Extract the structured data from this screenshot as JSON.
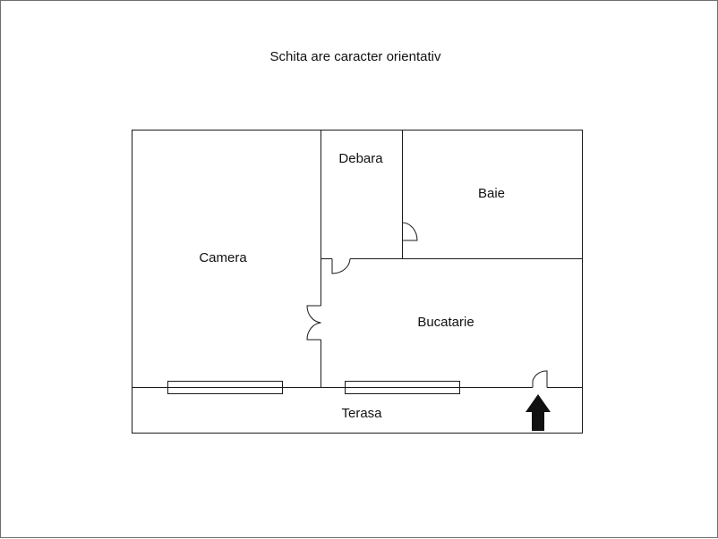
{
  "note": "Schita are caracter orientativ",
  "rooms": {
    "camera": "Camera",
    "debara": "Debara",
    "baie": "Baie",
    "bucatarie": "Bucatarie",
    "terasa": "Terasa"
  },
  "icons": {
    "entrance": "arrow-up-icon"
  },
  "colors": {
    "line": "#1a1a1a",
    "arrow": "#111111",
    "background": "#ffffff"
  }
}
